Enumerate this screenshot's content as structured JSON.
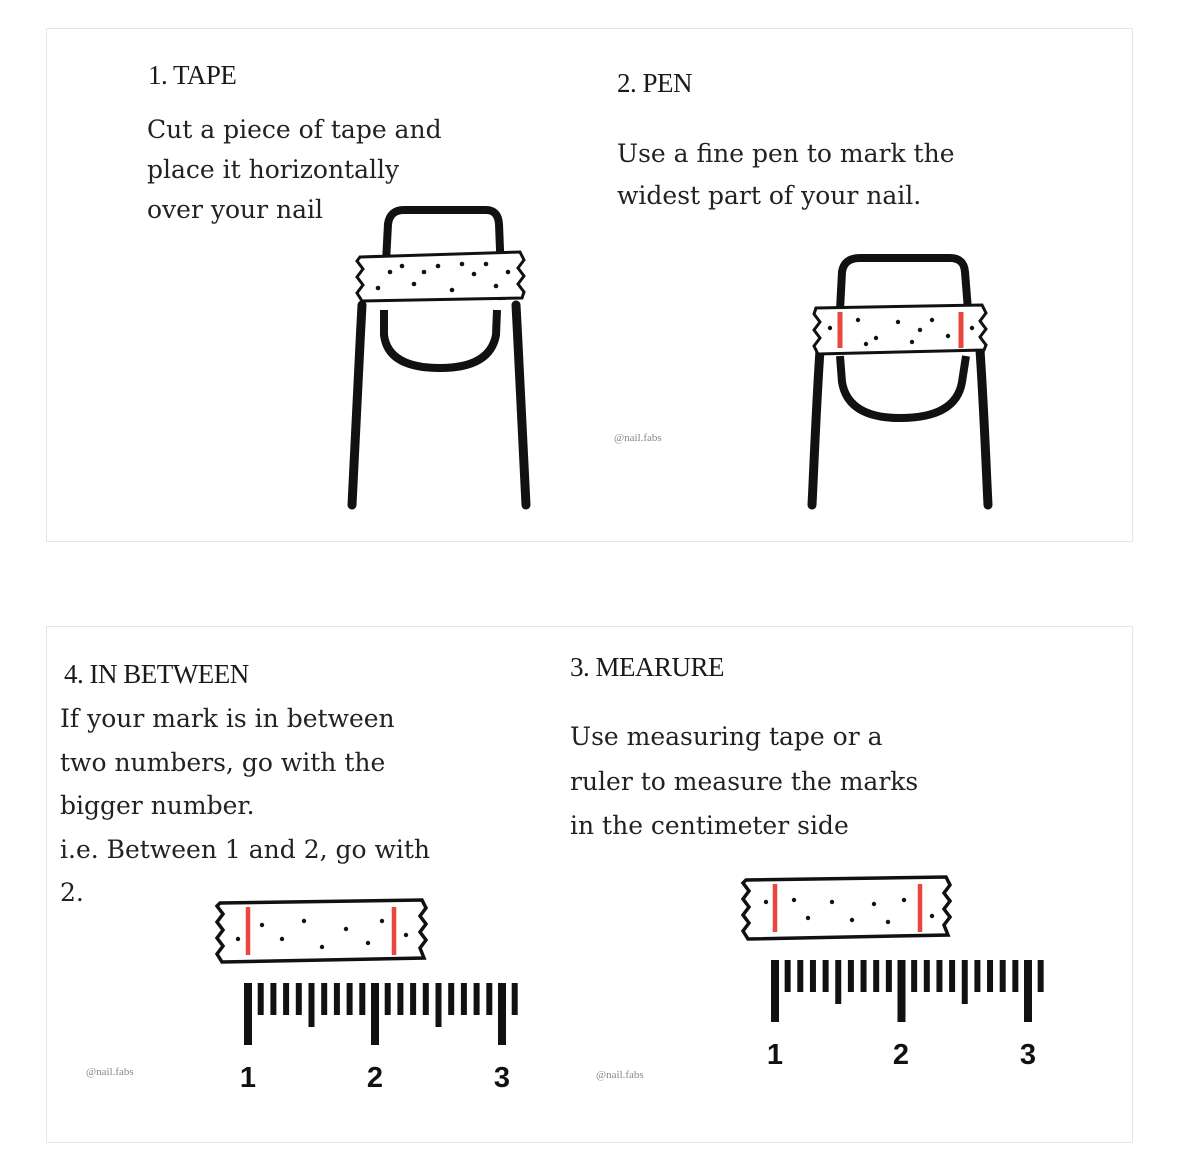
{
  "steps": {
    "tape": {
      "heading": "1. TAPE",
      "lines": [
        "Cut a piece of tape and",
        "place it horizontally",
        "over your nail"
      ]
    },
    "pen": {
      "heading": "2. PEN",
      "lines": [
        "Use a fine pen to mark the",
        "widest part of your nail."
      ],
      "credit": "@nail.fabs"
    },
    "in_between": {
      "heading": "4. IN BETWEEN",
      "lines": [
        "If your mark is in between",
        "two numbers, go with the",
        "bigger number.",
        "i.e. Between 1 and 2, go with",
        "2."
      ],
      "credit": "@nail.fabs",
      "ruler_numbers": [
        "1",
        "2",
        "3"
      ]
    },
    "measure": {
      "heading": "3. MEARURE",
      "lines": [
        "Use measuring tape or a",
        "ruler to measure the marks",
        "in the centimeter side"
      ],
      "credit": "@nail.fabs",
      "ruler_numbers": [
        "1",
        "2",
        "3"
      ]
    }
  },
  "colors": {
    "ink": "#111111",
    "mark": "#e8463f",
    "text": "#222222"
  }
}
